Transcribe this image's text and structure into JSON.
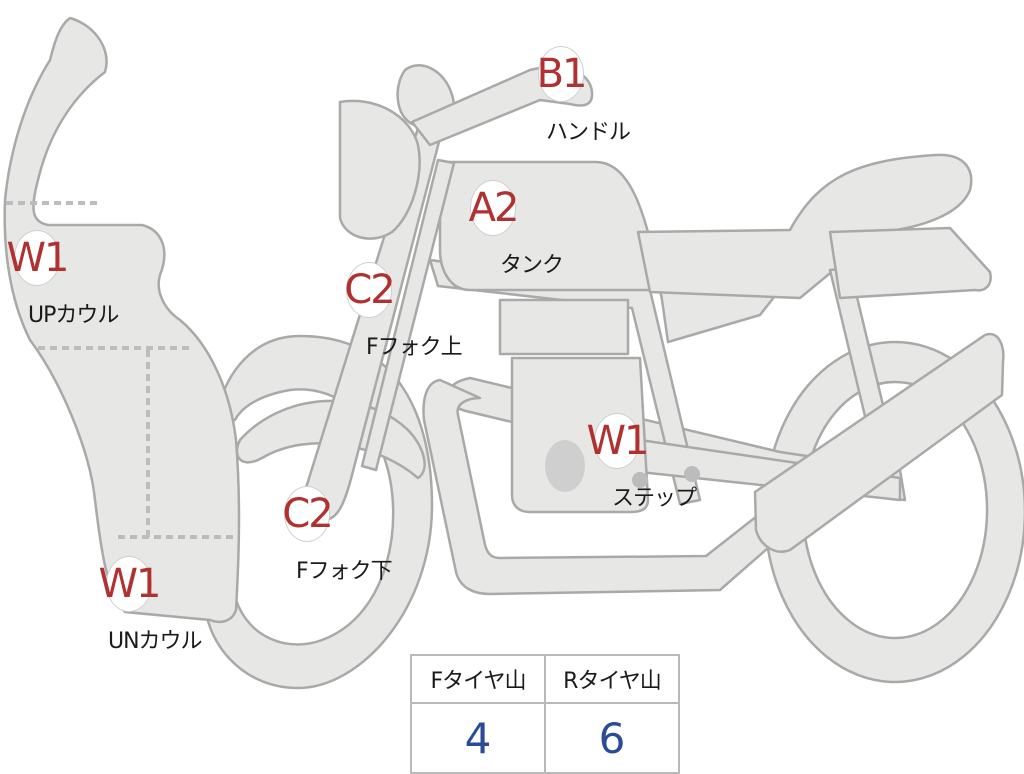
{
  "badges": {
    "handle": "B1",
    "tank": "A2",
    "up_cowl": "W1",
    "fork_upper": "C2",
    "fork_lower": "C2",
    "step": "W1",
    "under_cowl": "W1"
  },
  "parts": {
    "handle": "ハンドル",
    "tank": "タンク",
    "up_cowl": "UPカウル",
    "fork_upper": "Fフォク上",
    "fork_lower": "Fフォク下",
    "step": "ステップ",
    "under_cowl": "UNカウル"
  },
  "tire_table": {
    "headers": [
      "Fタイヤ山",
      "Rタイヤ山"
    ],
    "values": [
      "4",
      "6"
    ]
  },
  "colors": {
    "body_fill": "#e7e7e5",
    "outline": "#a9a9a9",
    "badge_text": "#b0312f",
    "value_text": "#2b4a9a"
  }
}
